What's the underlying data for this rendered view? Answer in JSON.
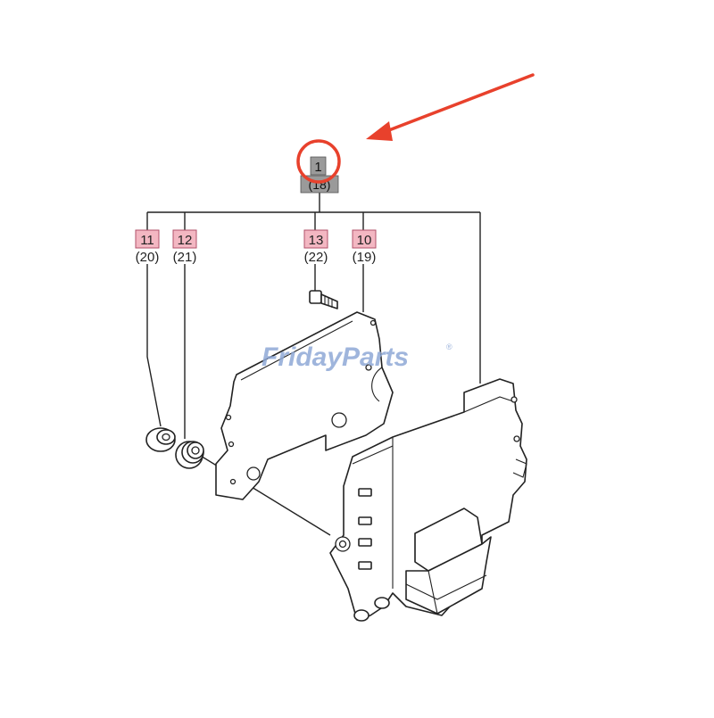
{
  "watermark": {
    "text": "FridayParts",
    "registered_mark": "®",
    "color": "#8fa9d6"
  },
  "highlight": {
    "circle_color": "#e8412c",
    "arrow_color": "#e8412c"
  },
  "callouts": {
    "main": {
      "number": "1",
      "qty": "(18)"
    },
    "c11": {
      "number": "11",
      "qty": "(20)"
    },
    "c12": {
      "number": "12",
      "qty": "(21)"
    },
    "c13": {
      "number": "13",
      "qty": "(22)"
    },
    "c10": {
      "number": "10",
      "qty": "(19)"
    }
  },
  "colors": {
    "main_box": "#9a9a9a",
    "child_box": "#f3b7c2",
    "child_box_border": "#b0506a"
  }
}
